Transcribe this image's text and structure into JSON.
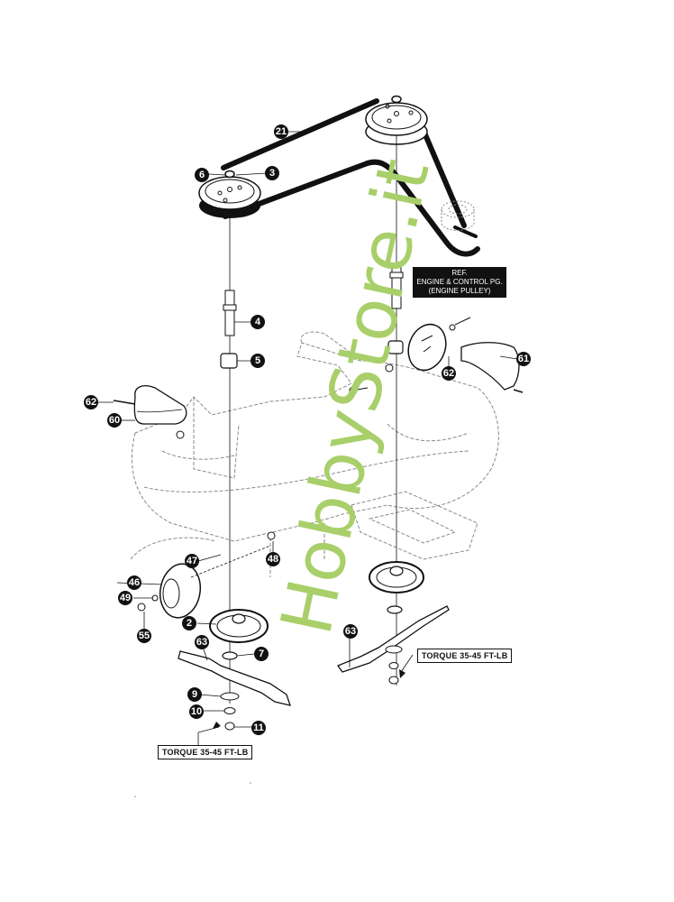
{
  "diagram": {
    "title": "Mower deck exploded parts diagram",
    "callouts": {
      "belt": "21",
      "pulley_nut": "6",
      "pulley_left": "3",
      "spindle_shaft": "4",
      "spacer": "5",
      "bolt_left_guard": "62",
      "left_guard": "60",
      "right_guard": "61",
      "bolt_right_guard": "62",
      "wheel_bolt": "47",
      "deck_bolt": "48",
      "gauge_wheel": "46",
      "washer_wheel": "49",
      "nut_wheel": "55",
      "spindle_housing": "2",
      "blade_left": "63",
      "hub_washer": "7",
      "blade_washer": "9",
      "lock_washer": "10",
      "blade_nut": "11",
      "blade_right": "63"
    },
    "torque_left": "TORQUE 35-45 FT-LB",
    "torque_right": "TORQUE 35-45 FT-LB",
    "reference": {
      "line1": "REF.",
      "line2": "ENGINE & CONTROL PG.",
      "line3": "(ENGINE PULLEY)"
    },
    "watermark": "HobbyStore.it",
    "colors": {
      "ink": "#111111",
      "dashed": "#8a8a8a",
      "watermark": "#a8cf6a"
    }
  }
}
